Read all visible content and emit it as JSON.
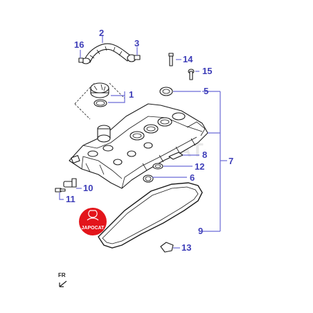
{
  "colors": {
    "callout": "#3d3db8",
    "leader": "#6a6ad6",
    "stroke": "#1a1a1a",
    "badge": "#e3151b",
    "watermark": "#d6d6d6"
  },
  "callouts": [
    "1",
    "2",
    "3",
    "5",
    "6",
    "7",
    "8",
    "9",
    "10",
    "11",
    "12",
    "13",
    "14",
    "15",
    "16"
  ],
  "direction_label": "FR",
  "watermark_text": "JAPOCAT",
  "logo_text": "JAPOCAT"
}
